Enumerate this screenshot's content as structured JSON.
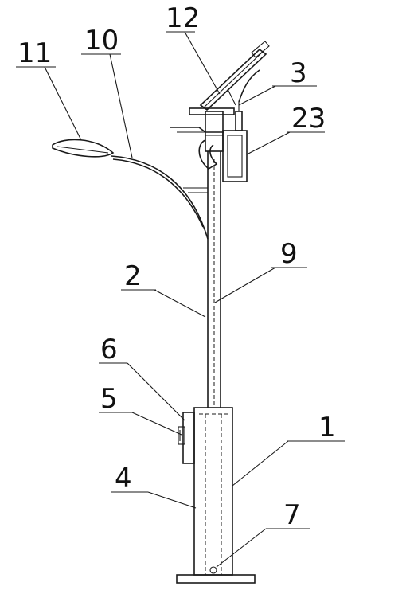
{
  "labels": {
    "l12": "12",
    "l3": "3",
    "l23": "23",
    "l11": "11",
    "l10": "10",
    "l2": "2",
    "l9": "9",
    "l6": "6",
    "l5": "5",
    "l1": "1",
    "l4": "4",
    "l7": "7"
  }
}
